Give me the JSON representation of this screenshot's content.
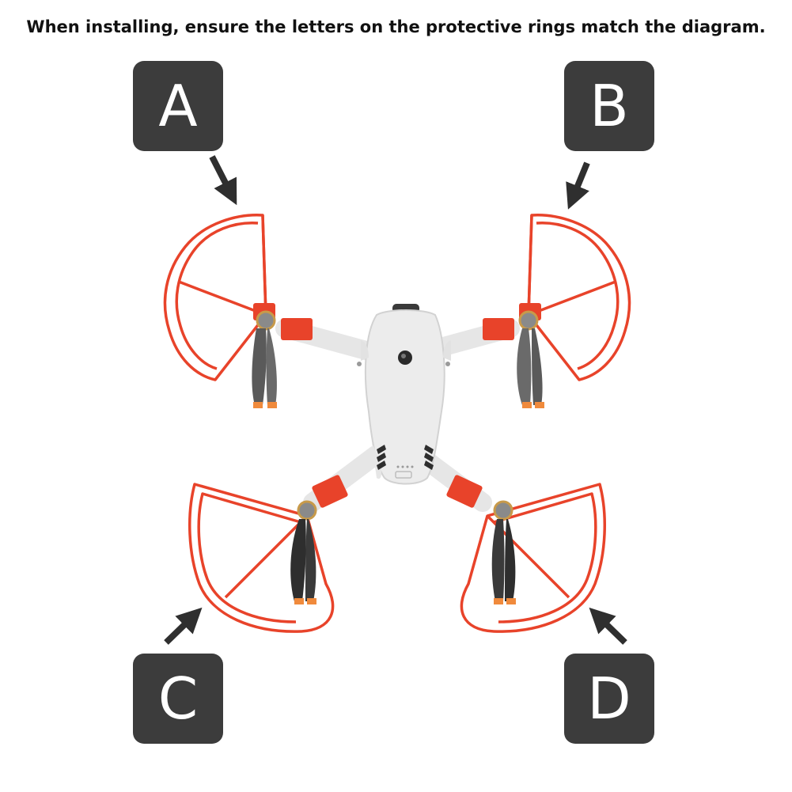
{
  "title": "When installing, ensure the letters on the protective rings match the diagram.",
  "labels": {
    "a": "A",
    "b": "B",
    "c": "C",
    "d": "D"
  },
  "colors": {
    "guard": "#e8432a",
    "label_bg": "#3c3c3c",
    "arrow": "#2f2f2f",
    "drone_body": "#ececec",
    "propeller": "#555555",
    "prop_tip": "#f08a3c"
  }
}
